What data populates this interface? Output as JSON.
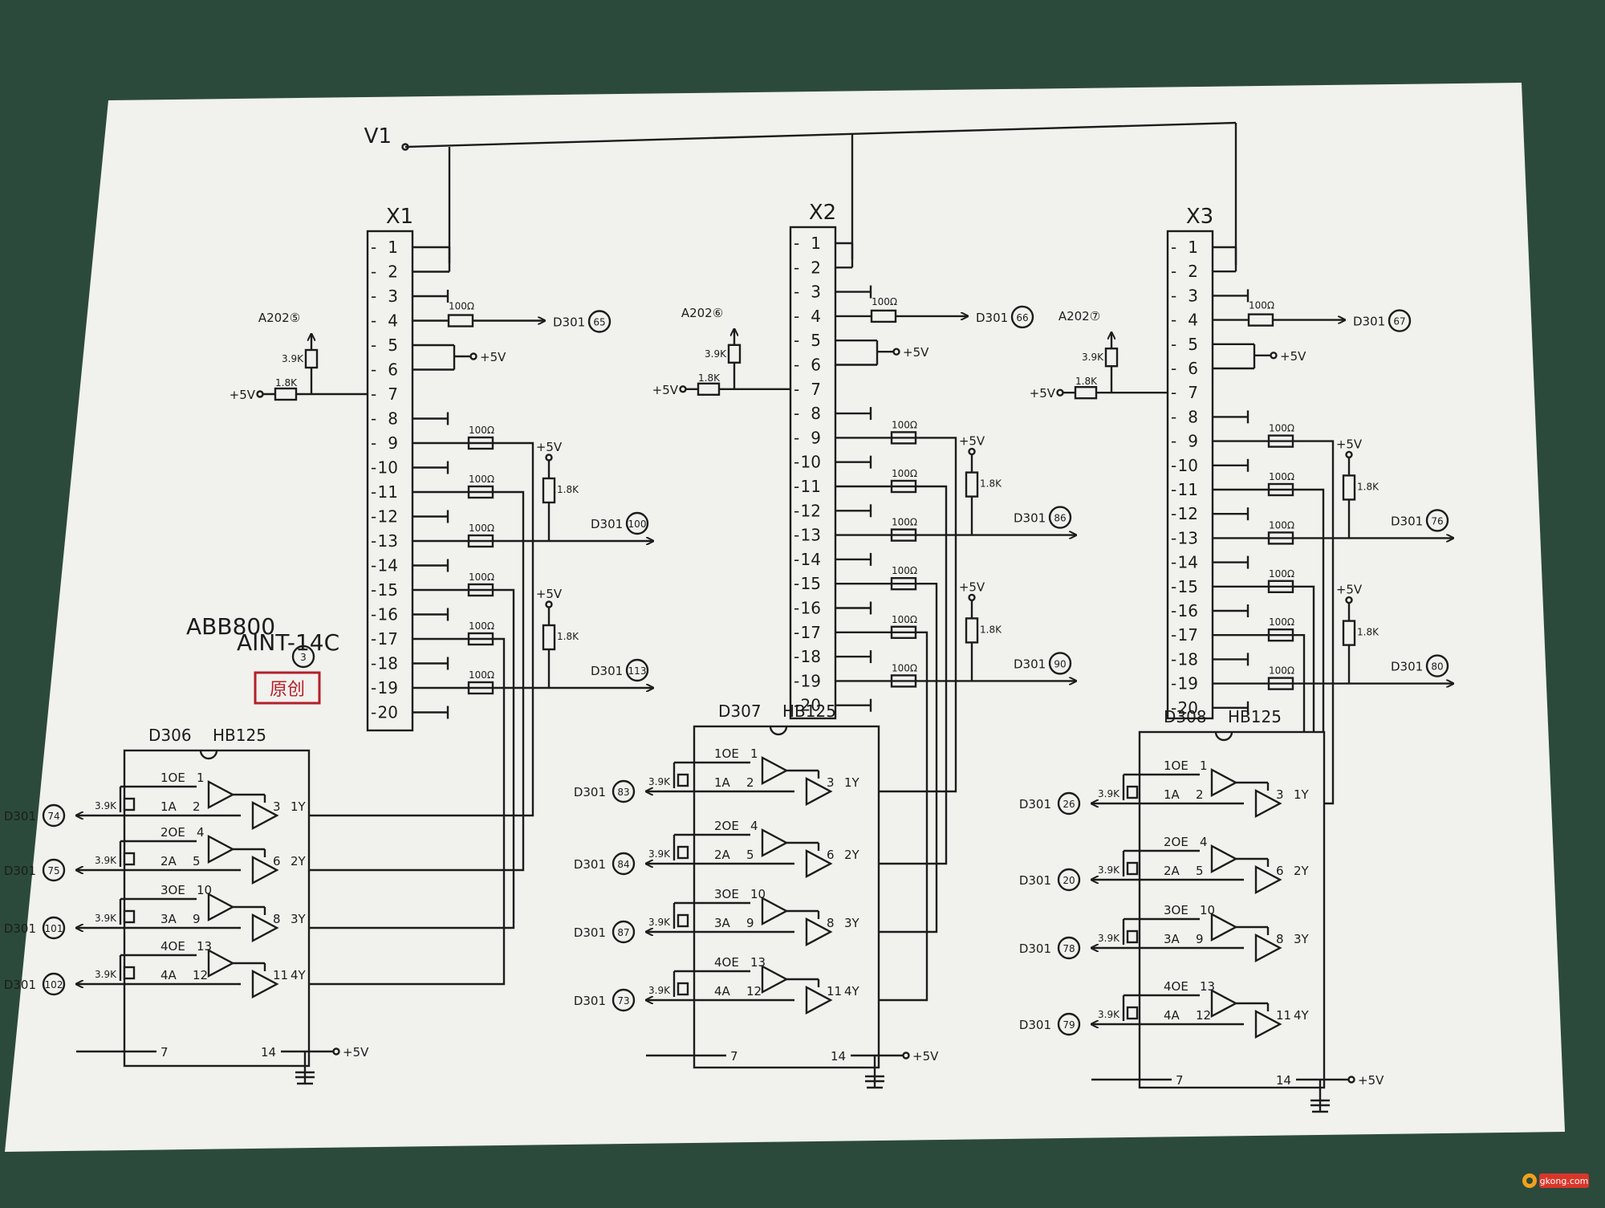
{
  "power_net": "V1",
  "board": {
    "line1": "ABB800",
    "line2": "AINT-14C",
    "sheet": "3"
  },
  "seal_text": "原创",
  "watermark": "gkong.com",
  "pins": [
    "1",
    "2",
    "3",
    "4",
    "5",
    "6",
    "7",
    "8",
    "9",
    "10",
    "11",
    "12",
    "13",
    "14",
    "15",
    "16",
    "17",
    "18",
    "19",
    "20"
  ],
  "resistors": {
    "r100": "100Ω",
    "r18": "1.8K",
    "r39": "3.9K"
  },
  "vcc": "+5V",
  "gates": [
    {
      "oe": "1OE",
      "oe_pin": "1",
      "in": "1A",
      "in_pin": "2",
      "out_pin": "3",
      "out": "1Y"
    },
    {
      "oe": "2OE",
      "oe_pin": "4",
      "in": "2A",
      "in_pin": "5",
      "out_pin": "6",
      "out": "2Y"
    },
    {
      "oe": "3OE",
      "oe_pin": "10",
      "in": "3A",
      "in_pin": "9",
      "out_pin": "8",
      "out": "3Y"
    },
    {
      "oe": "4OE",
      "oe_pin": "13",
      "in": "4A",
      "in_pin": "12",
      "out_pin": "11",
      "out": "4Y"
    }
  ],
  "buffer_pins": {
    "gnd": "7",
    "vcc": "14"
  },
  "connectors": [
    {
      "name": "X1",
      "a202": "A202⑤",
      "pin4_to": "D301",
      "pin4_ref": "65",
      "pin13_to": "D301",
      "pin13_ref": "100",
      "pin19_to": "D301",
      "pin19_ref": "113",
      "chip": "D306",
      "chip_type": "HB125",
      "gate_outs": [
        {
          "to": "D301",
          "ref": "74"
        },
        {
          "to": "D301",
          "ref": "75"
        },
        {
          "to": "D301",
          "ref": "101"
        },
        {
          "to": "D301",
          "ref": "102"
        }
      ]
    },
    {
      "name": "X2",
      "a202": "A202⑥",
      "pin4_to": "D301",
      "pin4_ref": "66",
      "pin13_to": "D301",
      "pin13_ref": "86",
      "pin19_to": "D301",
      "pin19_ref": "90",
      "chip": "D307",
      "chip_type": "HB125",
      "gate_outs": [
        {
          "to": "D301",
          "ref": "83"
        },
        {
          "to": "D301",
          "ref": "84"
        },
        {
          "to": "D301",
          "ref": "87"
        },
        {
          "to": "D301",
          "ref": "73"
        }
      ]
    },
    {
      "name": "X3",
      "a202": "A202⑦",
      "pin4_to": "D301",
      "pin4_ref": "67",
      "pin13_to": "D301",
      "pin13_ref": "76",
      "pin19_to": "D301",
      "pin19_ref": "80",
      "chip": "D308",
      "chip_type": "HB125",
      "gate_outs": [
        {
          "to": "D301",
          "ref": "26"
        },
        {
          "to": "D301",
          "ref": "20"
        },
        {
          "to": "D301",
          "ref": "78"
        },
        {
          "to": "D301",
          "ref": "79"
        }
      ]
    }
  ],
  "colors": {
    "paper": "#f1f1ee",
    "ink": "#1c1c1c",
    "table": "#2b4a3c",
    "seal": "#b3202a"
  }
}
